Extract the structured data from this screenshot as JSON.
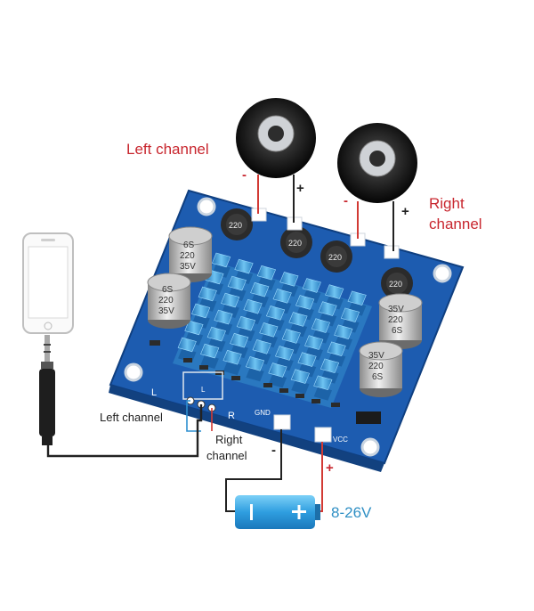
{
  "labels": {
    "left_channel_top": "Left channel",
    "right_channel_top_line1": "Right",
    "right_channel_top_line2": "channel",
    "left_channel_input": "Left channel",
    "right_channel_input_line1": "Right",
    "right_channel_input_line2": "channel",
    "voltage": "8-26V",
    "minus": "-",
    "plus": "+"
  },
  "board_text": {
    "capacitor_top": [
      "6S",
      "220",
      "35V"
    ],
    "inductor": "220",
    "silk_gnd": "GND",
    "silk_vcc": "VCC",
    "silk_l": "L",
    "silk_r": "R"
  },
  "colors": {
    "board": "#1e5db0",
    "heatsink": "#3a9ad8",
    "wire_red": "#d23a34",
    "wire_blue": "#2d8fd0",
    "wire_black": "#222222",
    "battery": "#36a3e0",
    "speaker": "#1a1a1a"
  }
}
